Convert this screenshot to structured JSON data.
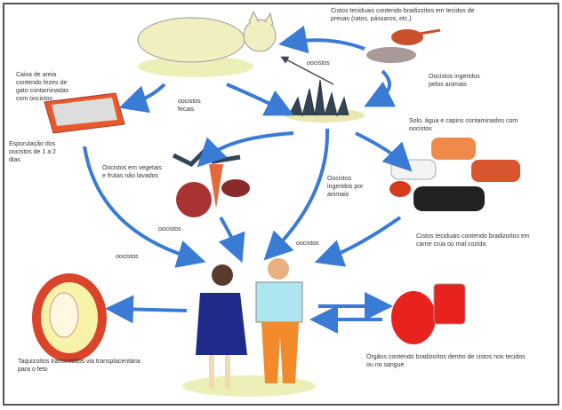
{
  "labels": {
    "prey_cysts": "Cistos teciduais contendo bradizoítos em tecidos de presas (ratos, pássaros, etc.)",
    "oocysts_top": "oocistos",
    "litter_box": "Caixa de areia contendo fezes de gato contaminadas com oocistos",
    "fecal_oocysts": "oocistos fecais",
    "ingested_animals": "Oocistos ingeridos pelos animais",
    "soil_water": "Solo, água e capins contaminados com oocistos",
    "sporulation": "Esporulação dos oocistos de 1 a 2 dias",
    "vegetables": "Oocistos em vegetais e frutas não lavados",
    "ingested_by_animals": "Oocistos ingeridos por animais",
    "oocysts_left": "oocistos",
    "oocysts_veg": "oocistos",
    "oocysts_center": "oocistos",
    "meat_cysts": "Cistos teciduais contendo bradizoítos em carne crua ou mal cozida",
    "transplacental": "Taquizoítos transmitidos via transplacentária para o feto",
    "organs": "Órgãos contendo bradizoítos dentro de cistos nos tecidos ou no sangue"
  },
  "colors": {
    "arrow": "#3a7bd5",
    "cat": "#f1efc0",
    "dress": "#1f2a8a",
    "shirt": "#aee6f0",
    "pants": "#f28a2a",
    "organ": "#e8231e"
  }
}
